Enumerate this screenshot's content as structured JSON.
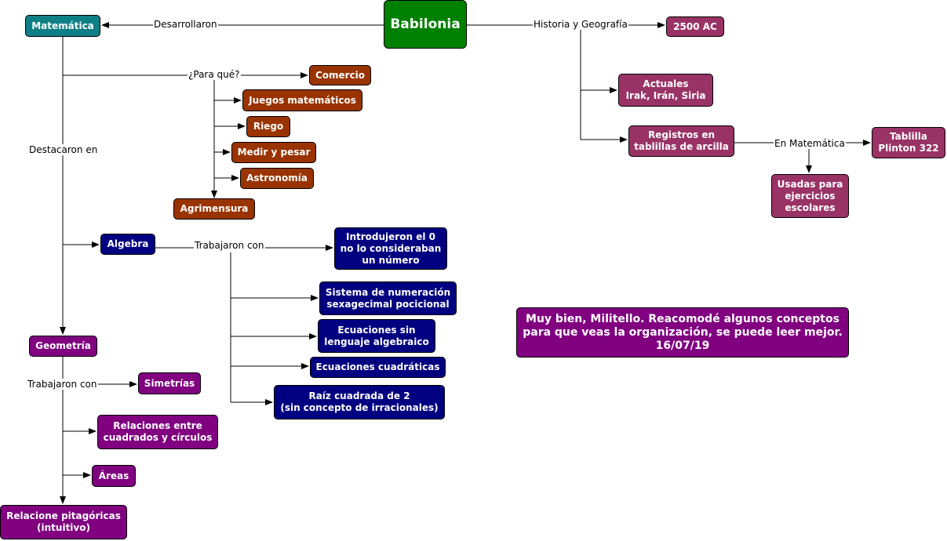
{
  "nodes": {
    "babilonia": "Babilonia",
    "matematica": "Matemática",
    "fecha": "2500 AC",
    "actuales": "Actuales\nIrak, Irán, Siria",
    "registros": "Registros en\ntablillas de arcilla",
    "plinton": "Tablilla\nPlinton 322",
    "usadas": "Usadas para\nejercicios\nescolares",
    "comercio": "Comercio",
    "juegos": "Juegos matemáticos",
    "riego": "Riego",
    "medir": "Medir y pesar",
    "astronomia": "Astronomía",
    "agrimensura": "Agrimensura",
    "algebra": "Algebra",
    "cero": "Introdujeron el 0\nno lo consideraban\nun número",
    "sexagesimal": "Sistema de numeración\nsexagecimal pocicional",
    "ecuaciones": "Ecuaciones sin\nlenguaje algebraico",
    "cuadraticas": "Ecuaciones cuadráticas",
    "raiz": "Raíz cuadrada de 2\n(sin concepto de irracionales)",
    "geometria": "Geometría",
    "simetrias": "Simetrías",
    "relaciones": "Relaciones entre\ncuadrados y círculos",
    "areas": "Áreas",
    "pitagoricas": "Relacione pitagóricas\n(intuitivo)",
    "nota": "Muy bien, Militello.  Reacomodé algunos conceptos\npara que veas la organización, se puede leer mejor.\n16/07/19"
  },
  "links": {
    "desarrollaron": "Desarrollaron",
    "historia": "Historia y Geografía",
    "en_matematica": "En Matemática",
    "para_que": "¿Para qué?",
    "destacaron": "Destacaron en",
    "trabajaron_algebra": "Trabajaron con",
    "trabajaron_geometria": "Trabajaron con"
  },
  "colors": {
    "root": "#008000",
    "matematica": "#0f7f86",
    "usos": "#993300",
    "algebra": "#000080",
    "historia": "#993366",
    "geometria": "#800080"
  }
}
